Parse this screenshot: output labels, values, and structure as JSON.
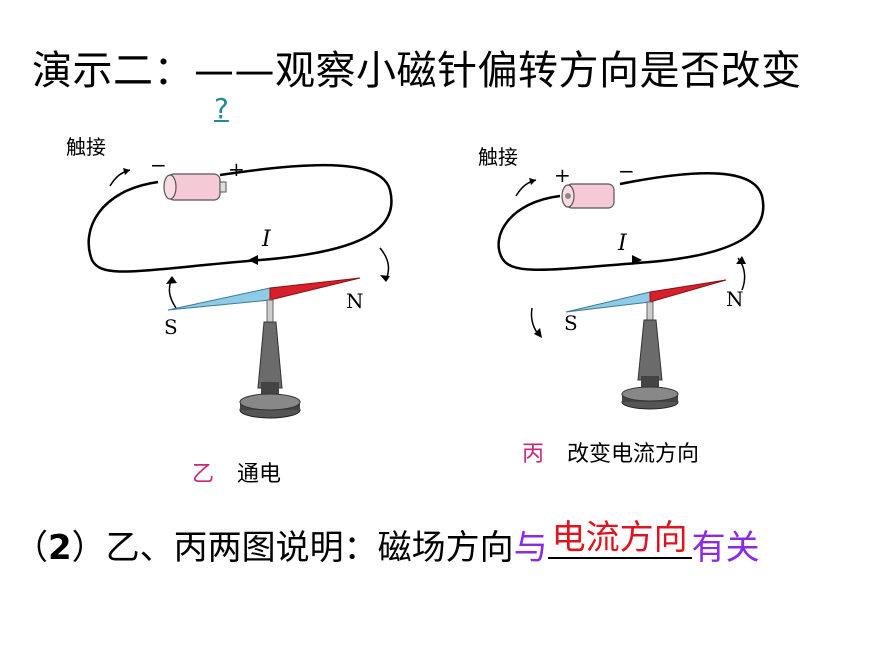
{
  "slide": {
    "title": "演示二：——观察小磁针偏转方向是否改变",
    "question_mark": "?"
  },
  "figure_left": {
    "touch_label": "触接",
    "minus": "−",
    "plus": "+",
    "current_label": "I",
    "south": "S",
    "north": "N",
    "caption_tag": "乙",
    "caption_text": "通电"
  },
  "figure_right": {
    "touch_label": "触接",
    "minus": "−",
    "plus": "+",
    "current_label": "I",
    "south": "S",
    "north": "N",
    "caption_tag": "丙",
    "caption_text": "改变电流方向"
  },
  "conclusion": {
    "prefix_paren_open": "（",
    "number": "2",
    "prefix_paren_close": "）",
    "text_before": "乙、丙两图说明：磁场方向",
    "connector": "与",
    "answer": "电流方向",
    "text_after": "有关"
  },
  "colors": {
    "answer_red": "#e0141e",
    "connector_purple": "#8a2be2",
    "caption_tag_magenta": "#c8287a",
    "question_teal": "#1f8b9a",
    "needle_red": "#d8202a",
    "needle_blue": "#8fcbe6",
    "battery_pink": "#f6c9d6"
  }
}
